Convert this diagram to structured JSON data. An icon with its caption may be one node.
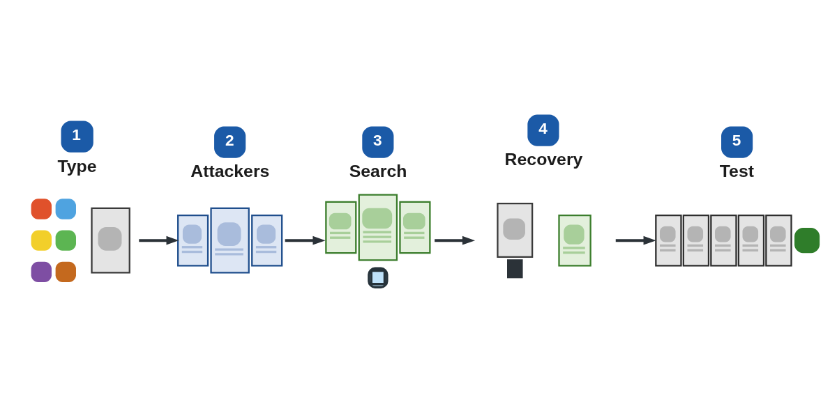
{
  "diagram": {
    "nodes": [
      {
        "text": [
          "1",
          "Type"
        ]
      },
      {
        "text": [
          "2",
          "Attackers"
        ]
      },
      {
        "text": [
          "3",
          "Search"
        ]
      },
      {
        "text": [
          "4",
          "Recovery"
        ]
      },
      {
        "text": [
          "5",
          "Test"
        ]
      }
    ],
    "edges": [
      {
        "from": 0,
        "to": 1,
        "arrow": "to"
      },
      {
        "from": 1,
        "to": 2,
        "arrow": "to"
      },
      {
        "from": 2,
        "to": 3,
        "arrow": "to"
      },
      {
        "from": 3,
        "to": 4,
        "arrow": "to"
      }
    ]
  }
}
